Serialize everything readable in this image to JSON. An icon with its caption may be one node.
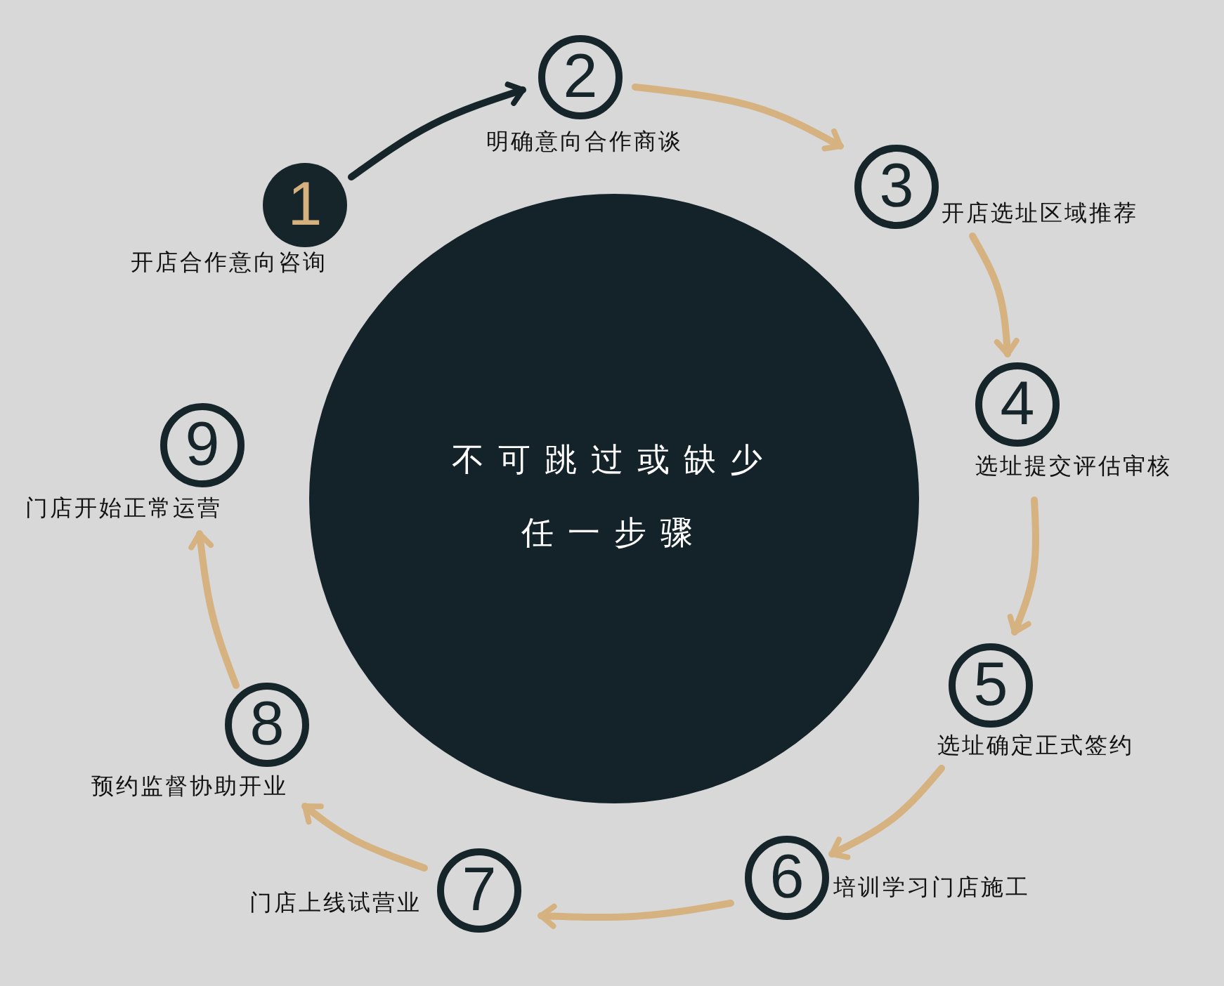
{
  "diagram": {
    "nodes": [
      {
        "text": [
          "1"
        ],
        "beside": [
          "开店合作意向咨询"
        ]
      },
      {
        "text": [
          "2"
        ],
        "beside": [
          "明确意向合作商谈"
        ]
      },
      {
        "text": [
          "3"
        ],
        "beside": [
          "开店选址区域推荐"
        ]
      },
      {
        "text": [
          "4"
        ],
        "beside": [
          "选址提交评估审核"
        ]
      },
      {
        "text": [
          "5"
        ],
        "beside": [
          "选址确定正式签约"
        ]
      },
      {
        "text": [
          "6"
        ],
        "beside": [
          "培训学习门店施工"
        ]
      },
      {
        "text": [
          "7"
        ],
        "beside": [
          "门店上线试营业"
        ]
      },
      {
        "text": [
          "8"
        ],
        "beside": [
          "预约监督协助开业"
        ]
      },
      {
        "text": [
          "9"
        ],
        "beside": [
          "门店开始正常运营"
        ]
      },
      {
        "text": [
          "不可跳过或缺少",
          "任一步骤"
        ]
      }
    ],
    "edges": [
      {
        "from": 0,
        "to": 1,
        "arrow": "to",
        "color": "#16252a"
      },
      {
        "from": 1,
        "to": 2,
        "arrow": "to"
      },
      {
        "from": 2,
        "to": 3,
        "arrow": "to"
      },
      {
        "from": 3,
        "to": 4,
        "arrow": "to"
      },
      {
        "from": 4,
        "to": 5,
        "arrow": "to"
      },
      {
        "from": 5,
        "to": 6,
        "arrow": "to"
      },
      {
        "from": 6,
        "to": 7,
        "arrow": "to"
      },
      {
        "from": 7,
        "to": 8,
        "arrow": "to"
      }
    ]
  }
}
